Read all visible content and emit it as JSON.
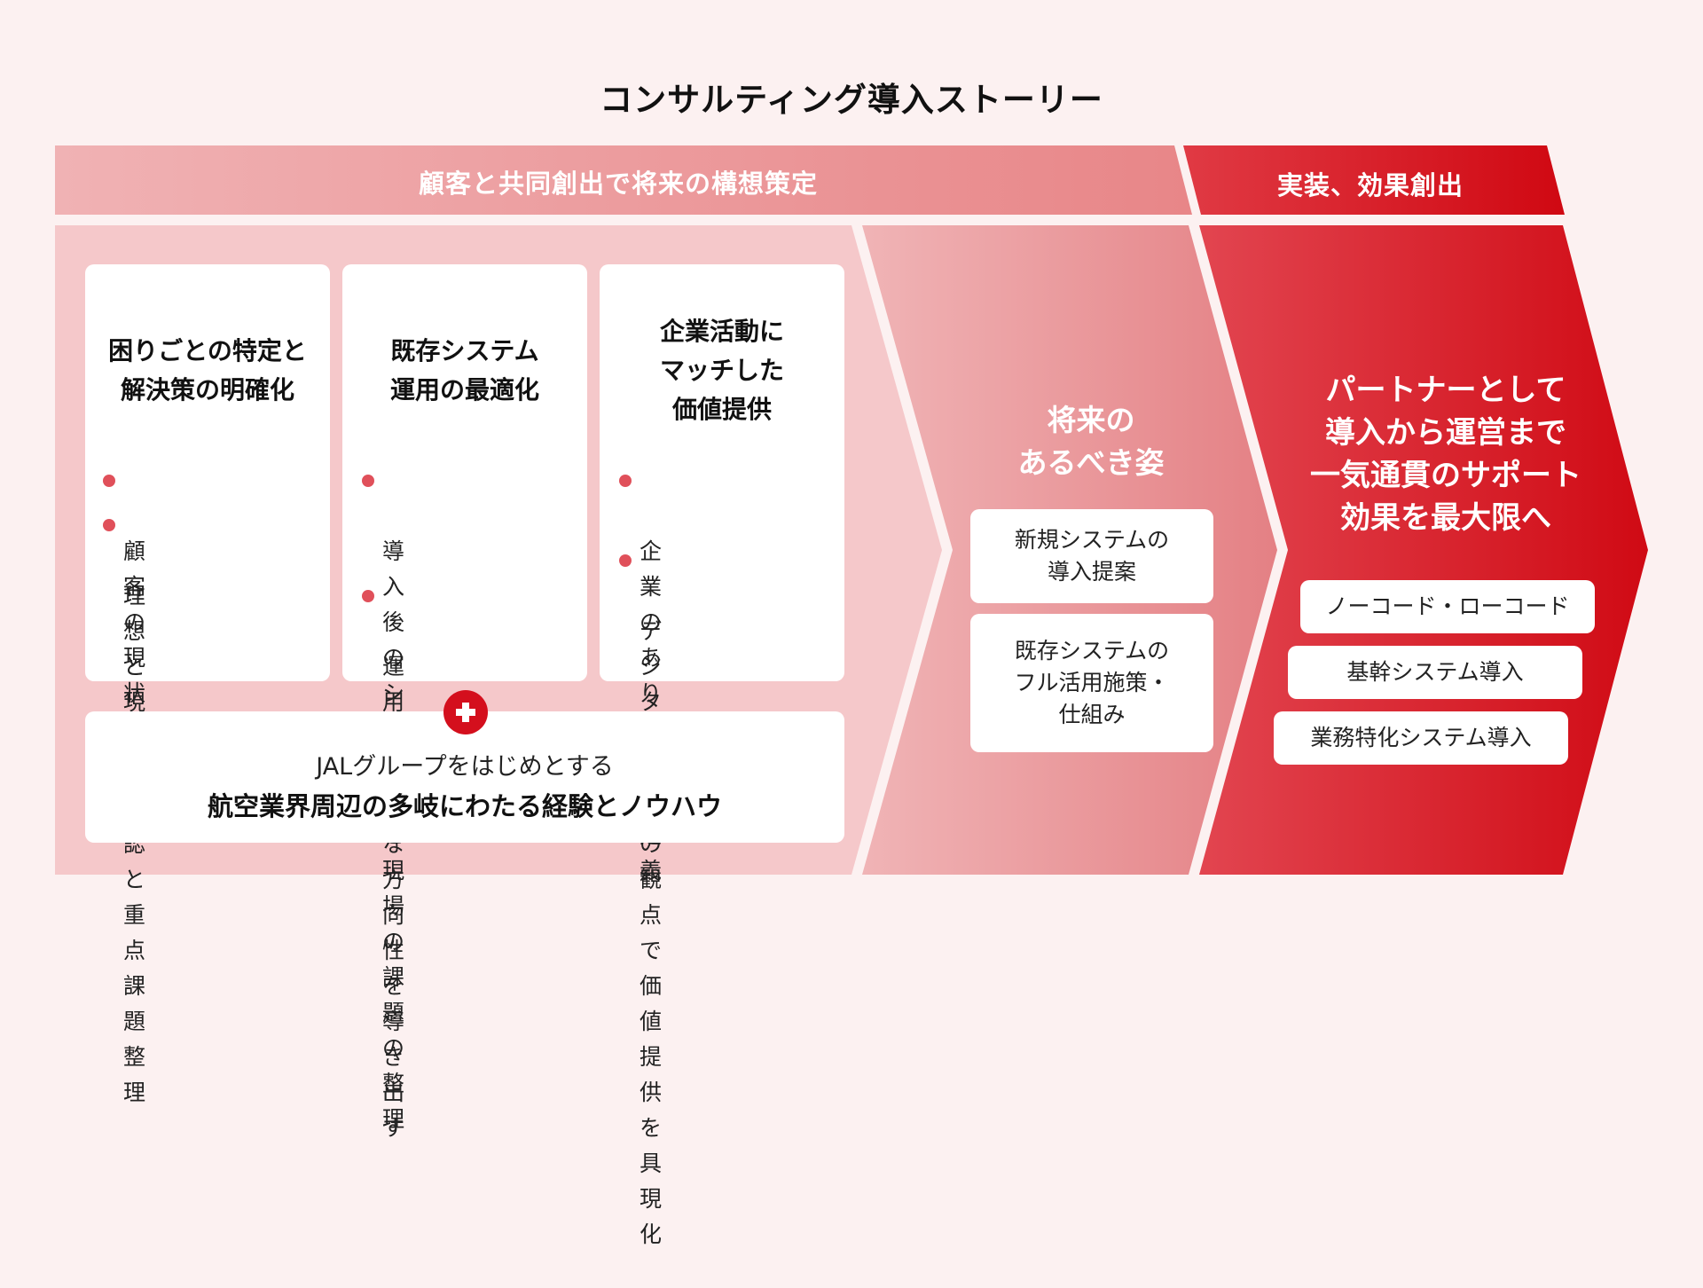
{
  "title": "コンサルティング導入ストーリー",
  "bands": {
    "left": "顧客と共同創出で将来の構想策定",
    "right": "実装、効果創出"
  },
  "cards": [
    {
      "title": "困りごとの特定と\n解決策の明確化",
      "items": [
        "顧客の現状理解",
        "理想と現実の確\n認と重点課題整\n理"
      ]
    },
    {
      "title": "既存システム\n運用の最適化",
      "items": [
        "導入後のシステ\nムと現場の課題\nの整理",
        "運用に最適な方\n向性を導き出す"
      ]
    },
    {
      "title": "企業活動に\nマッチした\n価値提供",
      "items": [
        "企業のあり方を\n再定義",
        "デジタルとITの\n観点で価値提供\nを具現化"
      ]
    }
  ],
  "bottom": {
    "line1": "JALグループをはじめとする",
    "line2": "航空業界周辺の多岐にわたる経験とノウハウ"
  },
  "vision": {
    "title": "将来の\nあるべき姿",
    "boxes": [
      "新規システムの\n導入提案",
      "既存システムの\nフル活用施策・\n仕組み"
    ]
  },
  "implementation": {
    "title": "パートナーとして\n導入から運営まで\n一気通貫のサポート\n効果を最大限へ",
    "items": [
      "ノーコード・ローコード",
      "基幹システム導入",
      "業務特化システム導入"
    ]
  },
  "colors": {
    "background": "#fcf1f1",
    "light_panel": "#f5c8ca",
    "accent_red": "#d40f1d",
    "bullet": "#e0505a"
  },
  "icons": {
    "plus": "plus-icon"
  }
}
